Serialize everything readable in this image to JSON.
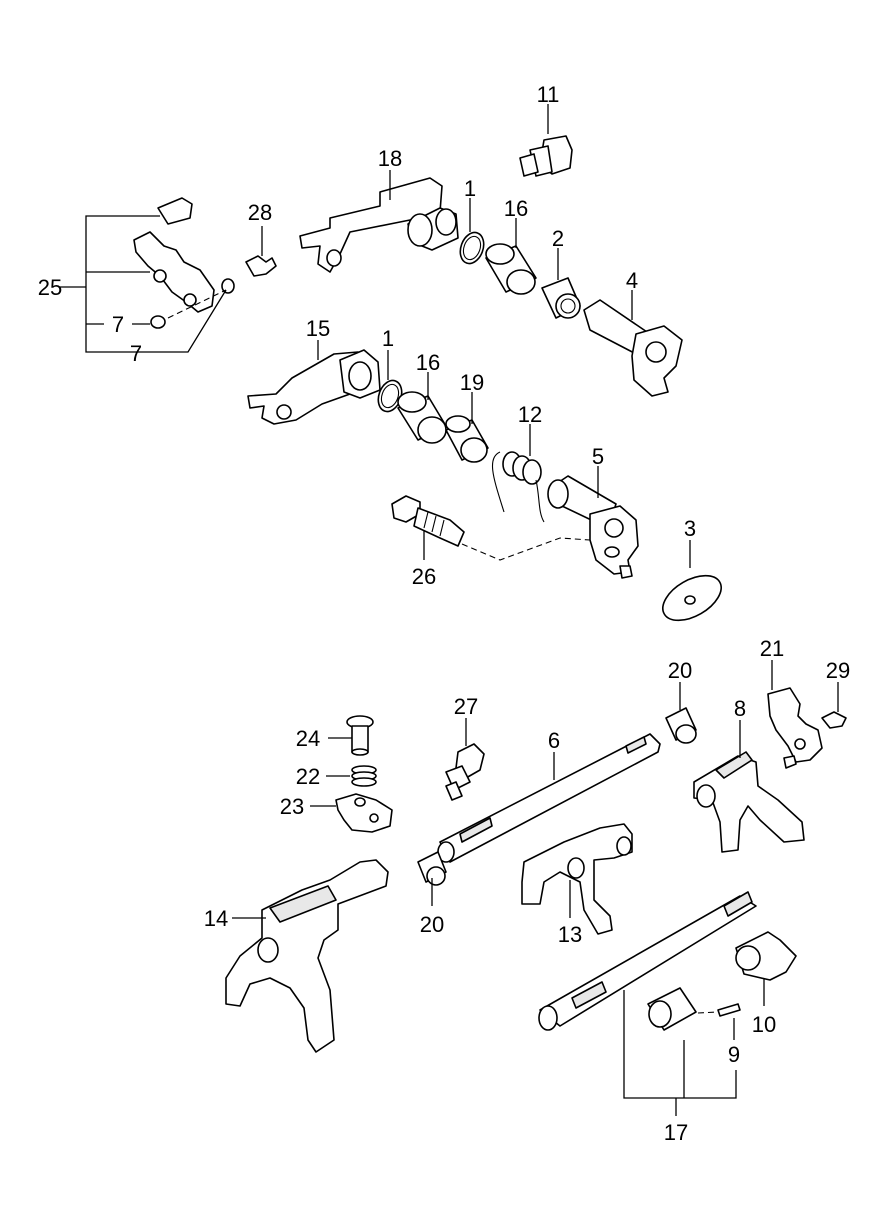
{
  "callouts": {
    "c1a": "1",
    "c1b": "1",
    "c2": "2",
    "c3": "3",
    "c4": "4",
    "c5": "5",
    "c6": "6",
    "c7a": "7",
    "c7b": "7",
    "c8": "8",
    "c9": "9",
    "c10": "10",
    "c11": "11",
    "c12": "12",
    "c13": "13",
    "c14": "14",
    "c15": "15",
    "c16a": "16",
    "c16b": "16",
    "c17": "17",
    "c18": "18",
    "c19": "19",
    "c20a": "20",
    "c20b": "20",
    "c21": "21",
    "c22": "22",
    "c23": "23",
    "c24": "24",
    "c25": "25",
    "c26": "26",
    "c27": "27",
    "c28": "28",
    "c29": "29"
  }
}
